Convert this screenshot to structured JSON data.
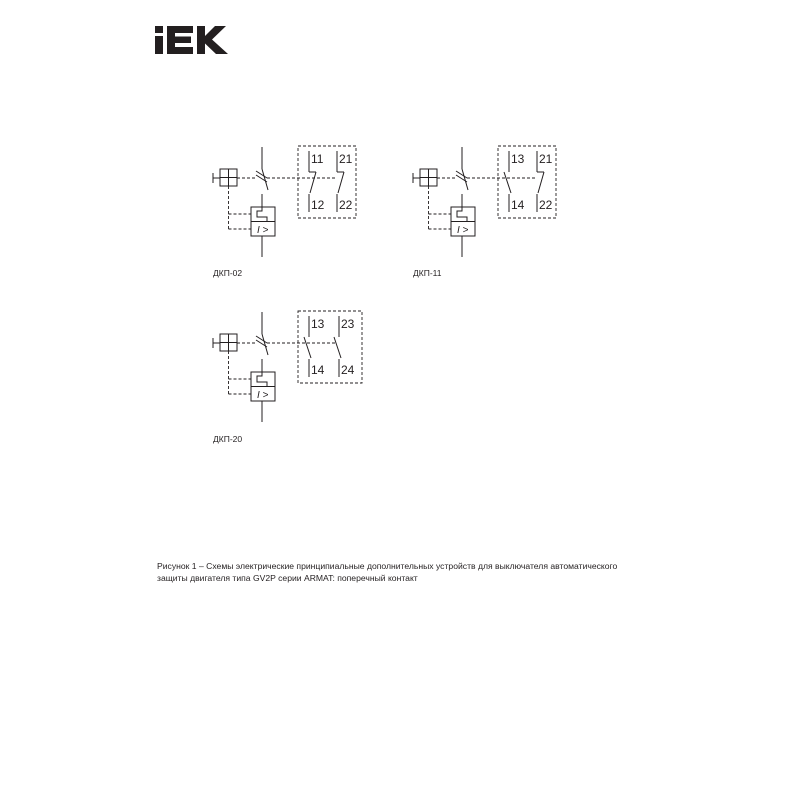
{
  "brand": {
    "logo_text": "IEK",
    "color": "#231f20"
  },
  "diagrams": [
    {
      "label": "ДКП-02",
      "contacts": [
        {
          "top": "11",
          "bottom": "12",
          "kind": "break"
        },
        {
          "top": "21",
          "bottom": "22",
          "kind": "break"
        }
      ]
    },
    {
      "label": "ДКП-11",
      "contacts": [
        {
          "top": "13",
          "bottom": "14",
          "kind": "make"
        },
        {
          "top": "21",
          "bottom": "22",
          "kind": "break"
        }
      ]
    },
    {
      "label": "ДКП-20",
      "contacts": [
        {
          "top": "13",
          "bottom": "14",
          "kind": "make"
        },
        {
          "top": "23",
          "bottom": "24",
          "kind": "make"
        }
      ]
    }
  ],
  "release_symbol": "I >",
  "caption": {
    "line1": "Рисунок 1 – Схемы электрические принципиальные дополнительных устройств для выключателя автоматического",
    "line2": "защиты двигателя типа GV2P серии ARMAT: поперечный контакт"
  }
}
